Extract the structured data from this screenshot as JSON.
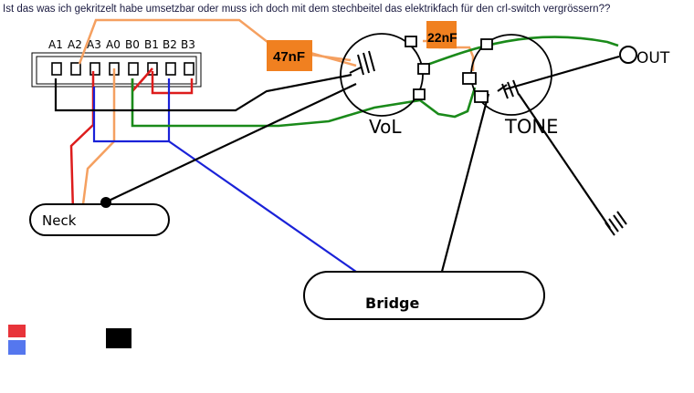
{
  "question": "Ist das was ich gekritzelt habe umsetzbar oder muss ich doch mit dem stechbeitel das elektrikfach für den crl-switch vergrössern??",
  "switch": {
    "pins": [
      "A1",
      "A2",
      "A3",
      "A0",
      "B0",
      "B1",
      "B2",
      "B3"
    ]
  },
  "capacitors": {
    "c1": "47nF",
    "c2": "22nF"
  },
  "pots": {
    "volume": "VoL",
    "tone": "TONE"
  },
  "output": "OUT",
  "pickups": {
    "neck": "Neck",
    "bridge": "Bridge"
  },
  "colors": {
    "red": "#dd1c1c",
    "blue": "#1a22d8",
    "green": "#1a8a1a",
    "orange": "#f5a060",
    "cap_fill": "#f08020",
    "black": "#000000",
    "legend_red": "#e8343a",
    "legend_blue": "#5577ee"
  }
}
